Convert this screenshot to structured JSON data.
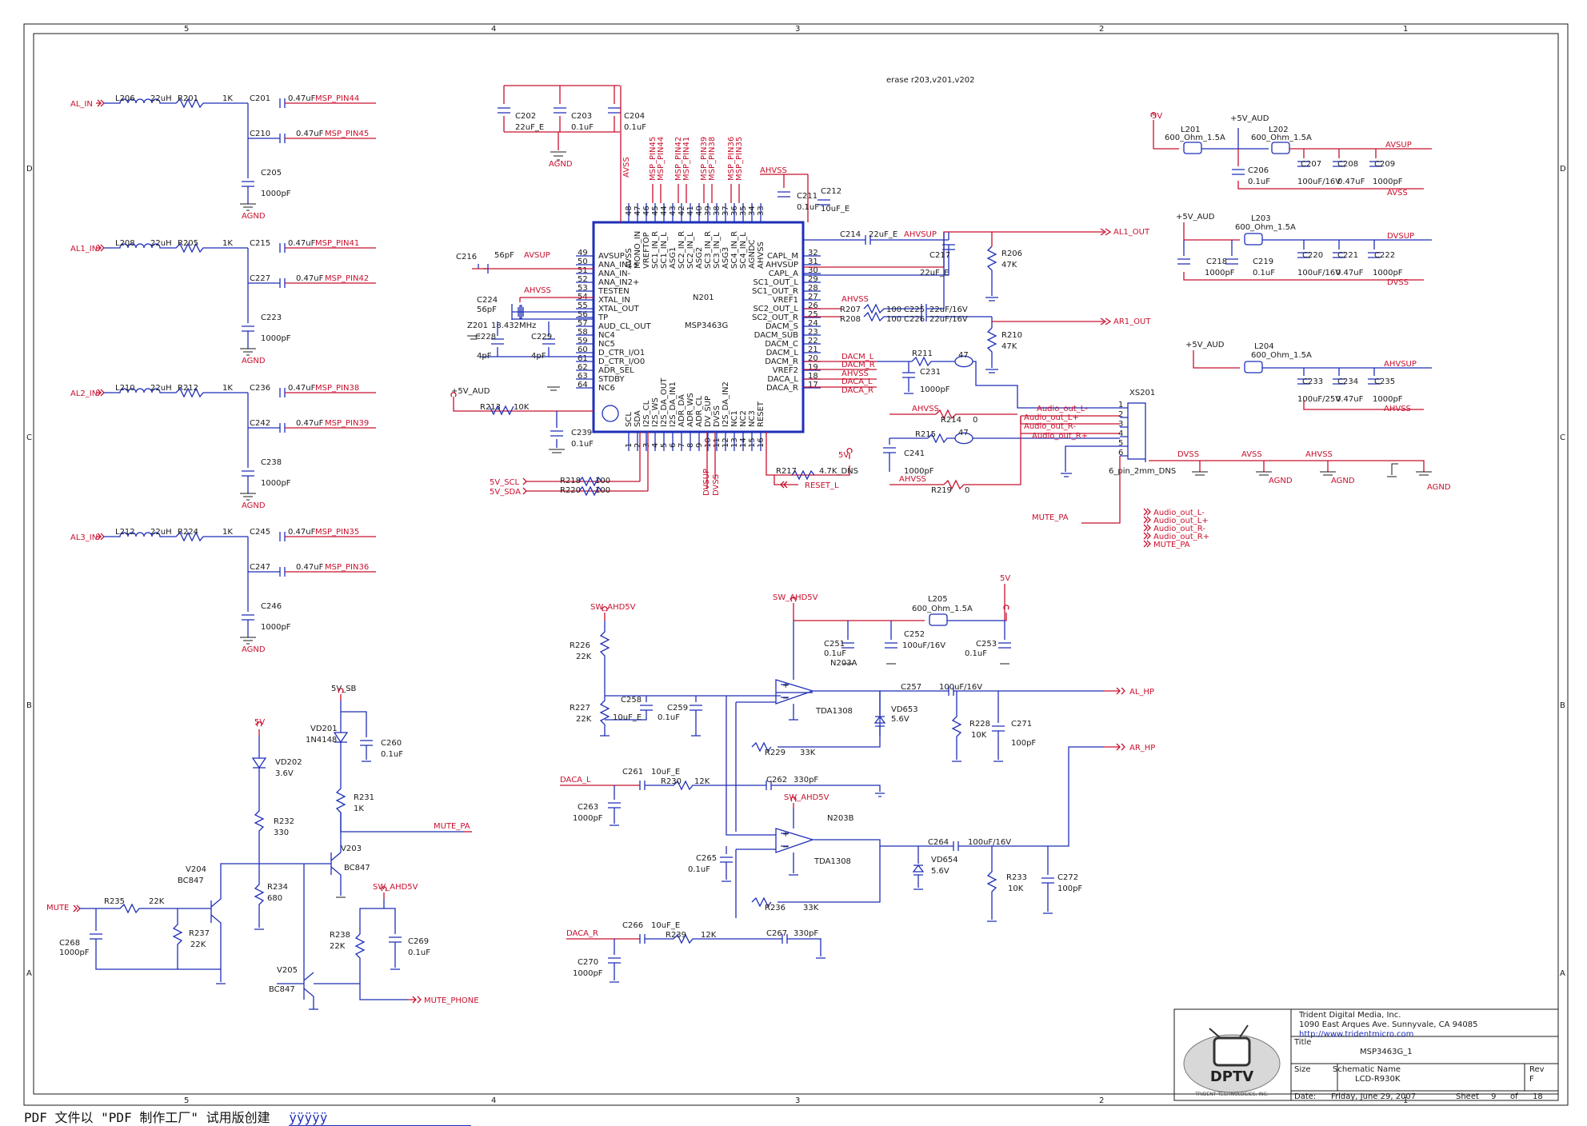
{
  "border": {
    "col_labels": [
      "5",
      "4",
      "3",
      "2",
      "1"
    ],
    "row_labels": [
      "D",
      "C",
      "B",
      "A"
    ]
  },
  "note": "erase r203,v201,v202",
  "ic": {
    "name": "N201",
    "part": "MSP3463G",
    "left_pins": [
      [
        "AVSUP",
        "49"
      ],
      [
        "ANA_IN1+",
        "50"
      ],
      [
        "ANA_IN-",
        "51"
      ],
      [
        "ANA_IN2+",
        "52"
      ],
      [
        "TESTEN",
        "53"
      ],
      [
        "XTAL_IN",
        "54"
      ],
      [
        "XTAL_OUT",
        "55"
      ],
      [
        "TP",
        "56"
      ],
      [
        "AUD_CL_OUT",
        "57"
      ],
      [
        "NC4",
        "58"
      ],
      [
        "NC5",
        "59"
      ],
      [
        "D_CTR_I/O1",
        "60"
      ],
      [
        "D_CTR_I/O0",
        "61"
      ],
      [
        "ADR_SEL",
        "62"
      ],
      [
        "STDBY",
        "63"
      ],
      [
        "NC6",
        "64"
      ]
    ],
    "right_pins": [
      [
        "CAPL_M",
        "32"
      ],
      [
        "AHVSUP",
        "31"
      ],
      [
        "CAPL_A",
        "30"
      ],
      [
        "SC1_OUT_L",
        "29"
      ],
      [
        "SC1_OUT_R",
        "28"
      ],
      [
        "VREF1",
        "27"
      ],
      [
        "SC2_OUT_L",
        "26"
      ],
      [
        "SC2_OUT_R",
        "25"
      ],
      [
        "DACM_S",
        "24"
      ],
      [
        "DACM_SUB",
        "23"
      ],
      [
        "DACM_C",
        "22"
      ],
      [
        "DACM_L",
        "21"
      ],
      [
        "DACM_R",
        "20"
      ],
      [
        "VREF2",
        "19"
      ],
      [
        "DACA_L",
        "18"
      ],
      [
        "DACA_R",
        "17"
      ]
    ],
    "top_pins": [
      [
        "AVSS",
        "48"
      ],
      [
        "MONO_IN",
        "47"
      ],
      [
        "VREFTOP",
        "46"
      ],
      [
        "SC1_IN_R",
        "45"
      ],
      [
        "SC1_IN_L",
        "44"
      ],
      [
        "ASG1",
        "43"
      ],
      [
        "SC2_IN_R",
        "42"
      ],
      [
        "SC2_IN_L",
        "41"
      ],
      [
        "ASG2",
        "40"
      ],
      [
        "SC3_IN_R",
        "39"
      ],
      [
        "SC3_IN_L",
        "38"
      ],
      [
        "ASG3",
        "37"
      ],
      [
        "SC4_IN_R",
        "36"
      ],
      [
        "SC4_IN_L",
        "35"
      ],
      [
        "AGNDC",
        "34"
      ],
      [
        "AHVSS",
        "33"
      ]
    ],
    "bottom_pins": [
      [
        "SCL",
        "1"
      ],
      [
        "SDA",
        "2"
      ],
      [
        "I2S_CL",
        "3"
      ],
      [
        "I2S_WS",
        "4"
      ],
      [
        "I2S_DA_OUT",
        "5"
      ],
      [
        "I2S_DA_IN1",
        "6"
      ],
      [
        "ADR_DA",
        "7"
      ],
      [
        "ADR_WS",
        "8"
      ],
      [
        "ADR_CL",
        "9"
      ],
      [
        "DV_SUP",
        "10"
      ],
      [
        "DVSS",
        "11"
      ],
      [
        "I2S_DA_IN2",
        "12"
      ],
      [
        "NC1",
        "13"
      ],
      [
        "NC2",
        "14"
      ],
      [
        "NC3",
        "15"
      ],
      [
        "RESET",
        "16"
      ]
    ],
    "top_nets": [
      "MSP_PIN45",
      "MSP_PIN44",
      "MSP_PIN42",
      "MSP_PIN41",
      "MSP_PIN39",
      "MSP_PIN38",
      "MSP_PIN36",
      "MSP_PIN35"
    ]
  },
  "input_stages": [
    {
      "net": "AL_IN",
      "l": "L206",
      "lv": "22uH",
      "r": "R201",
      "rv": "1K",
      "c1": "C201",
      "c1v": "0.47uF",
      "p1": "MSP_PIN44",
      "c2": "C210",
      "c2v": "0.47uF",
      "p2": "MSP_PIN45",
      "c3": "C205",
      "c3v": "1000pF"
    },
    {
      "net": "AL1_IN",
      "l": "L208",
      "lv": "22uH",
      "r": "R205",
      "rv": "1K",
      "c1": "C215",
      "c1v": "0.47uF",
      "p1": "MSP_PIN41",
      "c2": "C227",
      "c2v": "0.47uF",
      "p2": "MSP_PIN42",
      "c3": "C223",
      "c3v": "1000pF"
    },
    {
      "net": "AL2_IN",
      "l": "L210",
      "lv": "22uH",
      "r": "R212",
      "rv": "1K",
      "c1": "C236",
      "c1v": "0.47uF",
      "p1": "MSP_PIN38",
      "c2": "C242",
      "c2v": "0.47uF",
      "p2": "MSP_PIN39",
      "c3": "C238",
      "c3v": "1000pF"
    },
    {
      "net": "AL3_IN",
      "l": "L212",
      "lv": "22uH",
      "r": "R224",
      "rv": "1K",
      "c1": "C245",
      "c1v": "0.47uF",
      "p1": "MSP_PIN35",
      "c2": "C247",
      "c2v": "0.47uF",
      "p2": "MSP_PIN36",
      "c3": "C246",
      "c3v": "1000pF"
    }
  ],
  "labels": {
    "agnd": "AGND",
    "avss": "AVSS",
    "ahvss": "AHVSS",
    "ahvsup": "AHVSUP",
    "avsup": "AVSUP",
    "dvsup": "DVSUP",
    "dvss": "DVSS",
    "c202": "C202",
    "c202v": "22uF_E",
    "c203": "C203",
    "c203v": "0.1uF",
    "c204": "C204",
    "c204v": "0.1uF",
    "c211": "C211",
    "c211v": "0.1uF",
    "c212": "C212",
    "c212v": "10uF_E",
    "c216": "C216",
    "c216v": "56pF",
    "c224": "C224",
    "c224v": "56pF",
    "xtal": "Z201",
    "xtalv": "18.432MHz",
    "c228": "C228",
    "c228v": "4pF",
    "c229": "C229",
    "c229v": "4pF",
    "aud5v": "+5V_AUD",
    "r213": "R213",
    "r213v": "10K",
    "c239": "C239",
    "c239v": "0.1uF",
    "scl": "5V_SCL",
    "sda": "5V_SDA",
    "r218": "R218",
    "r218v": "100",
    "r220": "R220",
    "r220v": "100",
    "r217": "R217",
    "r217v": "4.7K_DNS",
    "reset": "RESET_L",
    "v5": "5V",
    "c214": "C214",
    "c214v": "22uF_E",
    "c217": "C217",
    "c217v": "22uF_E",
    "r206": "R206",
    "r206v": "47K",
    "al1out": "AL1_OUT",
    "r207": "R207",
    "r207v": "100",
    "r208": "R208",
    "r208v": "100",
    "c225": "C225",
    "c225v": "22uF/16V",
    "c226": "C226",
    "c226v": "22uF/16V",
    "r210": "R210",
    "r210v": "47K",
    "ar1out": "AR1_OUT",
    "dacml": "DACM_L",
    "dacmr": "DACM_R",
    "dacal": "DACA_L",
    "dacar": "DACA_R",
    "r211": "R211",
    "r211v": "47",
    "c231": "C231",
    "c231v": "1000pF",
    "r214": "R214",
    "r214v": "0",
    "r215": "R215",
    "r215v": "47",
    "c241": "C241",
    "c241v": "1000pF",
    "r219": "R219",
    "r219v": "0",
    "aoutl_m": "Audio_out_L-",
    "aoutl_p": "Audio_out_L+",
    "aoutr_m": "Audio_out_R-",
    "aoutr_p": "Audio_out_R+",
    "xs201": "XS201",
    "xs201v": "6_pin_2mm_DNS",
    "mutepa": "MUTE_PA",
    "sig_list": [
      "Audio_out_L-",
      "Audio_out_L+",
      "Audio_out_R-",
      "Audio_out_R+",
      "MUTE_PA"
    ],
    "l201": "L201",
    "l201v": "600_Ohm_1.5A",
    "l202": "L202",
    "l202v": "600_Ohm_1.5A",
    "l203": "L203",
    "l203v": "600_Ohm_1.5A",
    "l204": "L204",
    "l204v": "600_Ohm_1.5A",
    "c206": "C206",
    "c206v": "0.1uF",
    "c207": "C207",
    "c207v": "100uF/16V",
    "c208": "C208",
    "c208v": "0.47uF",
    "c209": "C209",
    "c209v": "1000pF",
    "c218": "C218",
    "c218v": "1000pF",
    "c219": "C219",
    "c219v": "0.1uF",
    "c220": "C220",
    "c220v": "100uF/16V",
    "c221": "C221",
    "c221v": "0.47uF",
    "c222": "C222",
    "c222v": "1000pF",
    "c233": "C233",
    "c233v": "100uF/25V",
    "c234": "C234",
    "c234v": "0.47uF",
    "c235": "C235",
    "c235v": "1000pF",
    "swahd": "SW_AHD5V",
    "r226": "R226",
    "r226v": "22K",
    "r227": "R227",
    "r227v": "22K",
    "c258": "C258",
    "c258v": "10uF_E",
    "c259": "C259",
    "c259v": "0.1uF",
    "l205": "L205",
    "l205v": "600_Ohm_1.5A",
    "c251": "C251",
    "c251v": "0.1uF",
    "c252": "C252",
    "c252v": "100uF/16V",
    "c253": "C253",
    "c253v": "0.1uF",
    "n203a": "N203A",
    "n203b": "N203B",
    "tda": "TDA1308",
    "c257": "C257",
    "c257v": "100uF/16V",
    "vd653": "VD653",
    "vd653v": "5.6V",
    "r228": "R228",
    "r228v": "10K",
    "c271": "C271",
    "c271v": "100pF",
    "alhp": "AL_HP",
    "arhp": "AR_HP",
    "r229": "R229",
    "r229v": "33K",
    "c261": "C261",
    "c261v": "10uF_E",
    "r230": "R230",
    "r230v": "12K",
    "c262": "C262",
    "c262v": "330pF",
    "c263": "C263",
    "c263v": "1000pF",
    "c265": "C265",
    "c265v": "0.1uF",
    "c264": "C264",
    "c264v": "100uF/16V",
    "vd654": "VD654",
    "vd654v": "5.6V",
    "r233": "R233",
    "r233v": "10K",
    "c272": "C272",
    "c272v": "100pF",
    "r236": "R236",
    "r236v": "33K",
    "c266": "C266",
    "c266v": "10uF_E",
    "r239": "R239",
    "r239v": "12K",
    "c267": "C267",
    "c267v": "330pF",
    "c270": "C270",
    "c270v": "1000pF",
    "v5sb": "5V_SB",
    "vd201": "VD201",
    "vd201v": "1N4148",
    "c260": "C260",
    "c260v": "0.1uF",
    "vd202": "VD202",
    "vd202v": "3.6V",
    "r231": "R231",
    "r231v": "1K",
    "r232": "R232",
    "r232v": "330",
    "v203": "V203",
    "v203v": "BC847",
    "v204": "V204",
    "v204v": "BC847",
    "r234": "R234",
    "r234v": "680",
    "mute": "MUTE",
    "r235": "R235",
    "r235v": "22K",
    "r237": "R237",
    "r237v": "22K",
    "c268": "C268",
    "c268v": "1000pF",
    "v205": "V205",
    "v205v": "BC847",
    "r238": "R238",
    "r238v": "22K",
    "c269": "C269",
    "c269v": "0.1uF",
    "mutephone": "MUTE_PHONE"
  },
  "title_block": {
    "company": "Trident Digital Media, Inc.",
    "address": "1090 East Arques Ave. Sunnyvale, CA 94085",
    "url": "http://www.tridentmicro.com",
    "title_label": "Title",
    "title": "MSP3463G_1",
    "size_label": "Size",
    "schematic_label": "Schematic Name",
    "schematic": "LCD-R930K",
    "rev_label": "Rev",
    "rev": "F",
    "date_label": "Date:",
    "date": "Friday, June 29, 2007",
    "sheet_label": "Sheet",
    "sheet": "9",
    "of_label": "of",
    "sheets": "18",
    "logo": "DPTV",
    "logo_sub": "TRIDENT TECHNOLOGIES, INC."
  },
  "footer": {
    "text": "PDF 文件以 \"PDF 制作工厂\" 试用版创建",
    "link": "ÿÿÿÿÿ"
  }
}
